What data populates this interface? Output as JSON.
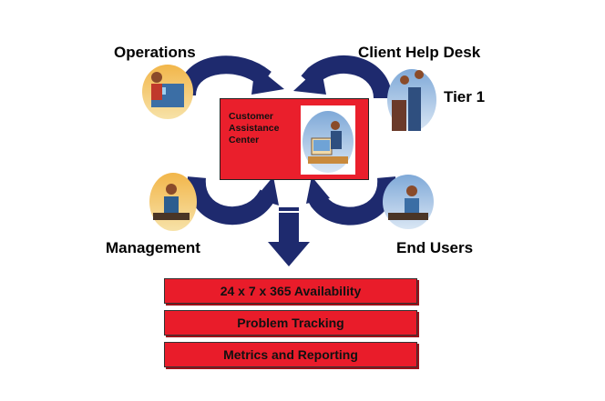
{
  "roles": {
    "operations": "Operations",
    "client_help_desk": "Client Help Desk",
    "tier1": "Tier 1",
    "management": "Management",
    "end_users": "End Users"
  },
  "center": {
    "line1": "Customer",
    "line2": "Assistance",
    "line3": "Center"
  },
  "services": [
    "24 x 7 x 365 Availability",
    "Problem Tracking",
    "Metrics and Reporting"
  ],
  "colors": {
    "arrow": "#1e2a6e",
    "box_red": "#ea1f2c",
    "bar_red": "#e91c2a"
  }
}
